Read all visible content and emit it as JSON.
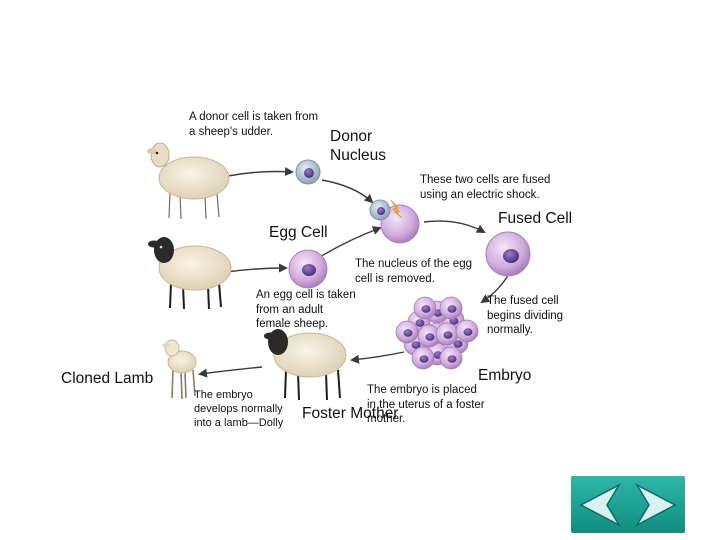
{
  "labels": {
    "donor_cell": "A donor cell is taken from\na sheep's udder.",
    "donor_nucleus": "Donor\nNucleus",
    "fused_note": "These two cells are fused\nusing an electric shock.",
    "fused_cell": "Fused Cell",
    "egg_cell": "Egg Cell",
    "nucleus_removed": "The nucleus of the egg\ncell is removed.",
    "egg_taken": "An egg cell is taken\nfrom an adult\nfemale sheep.",
    "begins_dividing": "The fused cell\nbegins dividing\nnormally.",
    "embryo": "Embryo",
    "cloned_lamb": "Cloned Lamb",
    "embryo_placed": "The embryo is placed\nin the uterus of a foster\nmother.",
    "develops": "The embryo\ndevelops normally\ninto a lamb—Dolly",
    "foster_mother": "Foster Mother"
  },
  "nav": {
    "prev_icon": "arrow-left-icon",
    "next_icon": "arrow-right-icon"
  },
  "colors": {
    "arrow": "#3a3a3a",
    "wool": "#efe5cc",
    "dark_head": "#2c2a28",
    "cell_purple": "#c9a3d6",
    "nucleus": "#6a4a9c",
    "nav_bg": "#1c9f92"
  }
}
